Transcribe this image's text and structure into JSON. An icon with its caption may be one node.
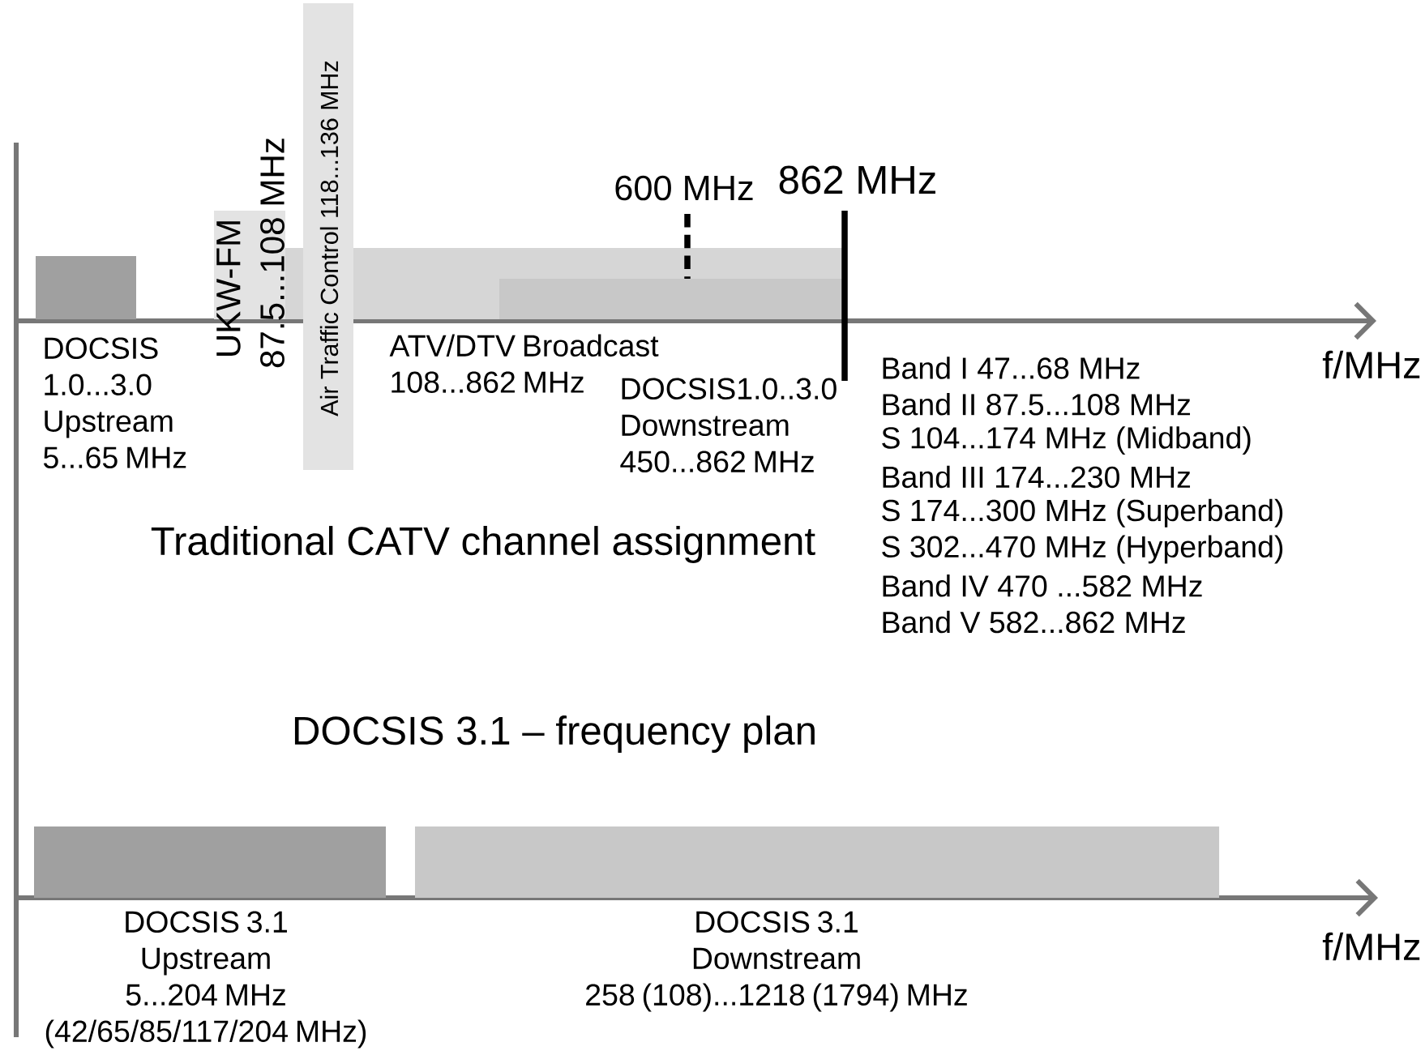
{
  "diagram": {
    "nodes": [
      {
        "text": [],
        "shape": "bar",
        "beside": [
          "DOCSIS 1.0...3.0 Upstream 5...65 MHz"
        ]
      },
      {
        "text": [
          "UKW-FM",
          "87.5...108 MHz"
        ]
      },
      {
        "text": [
          "Air Traffic Control  118...136 MHz"
        ]
      },
      {
        "text": [],
        "shape": "bar",
        "beside": [
          "ATV/DTV Broadcast 108...862 MHz"
        ]
      },
      {
        "text": [],
        "shape": "bar",
        "in": 3,
        "beside": [
          "DOCSIS1.0..3.0 Downstream 450...862 MHz"
        ]
      },
      {
        "text": [],
        "shape": "bar",
        "beside": [
          "DOCSIS 3.1 Upstream 5...204 MHz (42/65/85/117/204 MHz)"
        ]
      },
      {
        "text": [],
        "shape": "bar",
        "beside": [
          "DOCSIS 3.1 Downstream 258 (108)...1218 (1794) MHz"
        ]
      }
    ],
    "labels": [
      "600 MHz",
      "862 MHz",
      "f/MHz",
      "Band I 47...68 MHz",
      "Band II 87.5...108 MHz",
      "S 104...174 MHz (Midband)",
      "Band III 174...230 MHz",
      "S 174...300 MHz (Superband)",
      "S 302...470 MHz (Hyperband)",
      "Band IV 470 ...582 MHz",
      "Band V 582...862 MHz",
      "Traditional CATV channel assignment",
      "DOCSIS 3.1 – frequency plan",
      "f/MHz"
    ]
  }
}
